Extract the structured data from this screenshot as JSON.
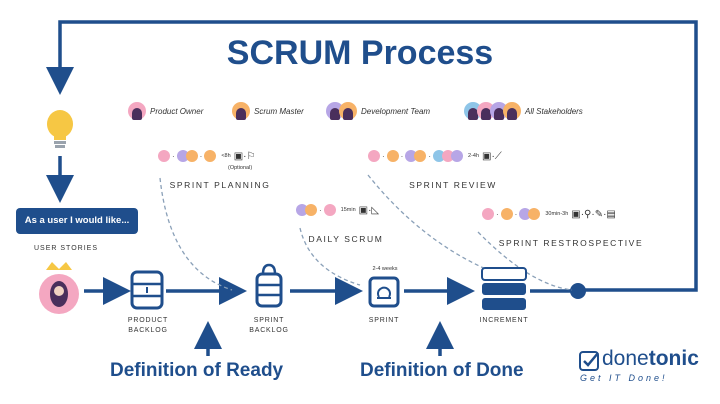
{
  "title": "SCRUM Process",
  "roles": [
    {
      "label": "Product Owner",
      "icon": "product-owner-icon"
    },
    {
      "label": "Scrum Master",
      "icon": "scrum-master-icon"
    },
    {
      "label": "Development Team",
      "icon": "development-team-icon"
    },
    {
      "label": "All Stakeholders",
      "icon": "all-stakeholders-icon"
    }
  ],
  "events": {
    "sprint_planning": {
      "label": "SPRINT PLANNING",
      "duration": "<8h",
      "note": "(Optional)"
    },
    "sprint_review": {
      "label": "SPRINT REVIEW",
      "duration": "2-4h"
    },
    "daily_scrum": {
      "label": "DAILY SCRUM",
      "duration": "15min"
    },
    "sprint_retrospective": {
      "label": "SPRINT RESTROSPECTIVE",
      "duration": "30min-3h"
    }
  },
  "user_story": {
    "text": "As a user I would like...",
    "label": "USER STORIES"
  },
  "steps": {
    "product_backlog": "PRODUCT\nBACKLOG",
    "sprint_backlog": "SPRINT\nBACKLOG",
    "sprint": "SPRINT",
    "sprint_duration": "2-4 weeks",
    "increment": "INCREMENT"
  },
  "definitions": {
    "ready": "Definition of Ready",
    "done": "Definition of Done"
  },
  "logo": {
    "part1": "done",
    "part2": "tonic",
    "tagline": "Get IT Done!"
  },
  "colors": {
    "primary": "#1f4e8c",
    "bulb": "#f6c744",
    "avatar_pink": "#f4a7c1",
    "avatar_purple": "#b7a6e6",
    "avatar_orange": "#f7b267",
    "avatar_blue": "#8ec5e8"
  }
}
